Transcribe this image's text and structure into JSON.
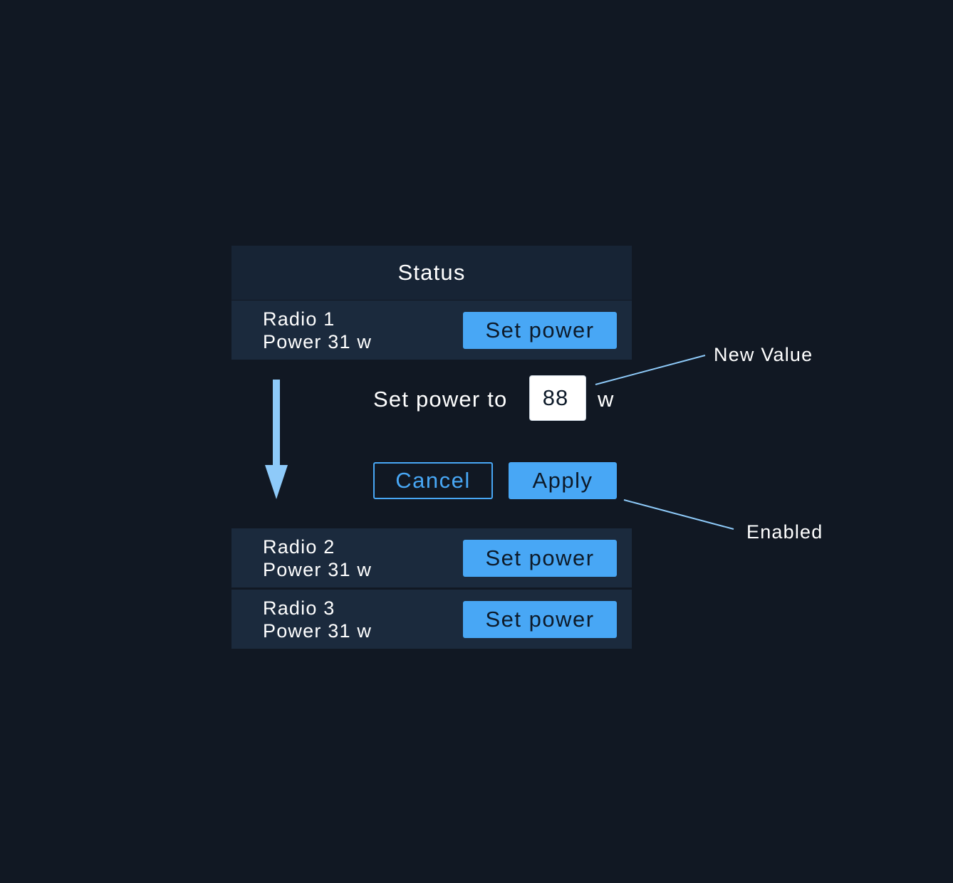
{
  "colors": {
    "background": "#111823",
    "header": "#172435",
    "row": "#1b2a3d",
    "accent": "#48a7f5",
    "arrow": "#8ecaf9",
    "text": "#ffffff"
  },
  "header": {
    "title": "Status"
  },
  "radios": [
    {
      "name": "Radio 1",
      "power": "Power 31 w",
      "button": "Set power"
    },
    {
      "name": "Radio 2",
      "power": "Power 31 w",
      "button": "Set power"
    },
    {
      "name": "Radio 3",
      "power": "Power 31 w",
      "button": "Set power"
    }
  ],
  "dialog": {
    "label": "Set power to",
    "value": "88",
    "unit": "w",
    "cancel_label": "Cancel",
    "apply_label": "Apply"
  },
  "annotations": {
    "new_value": "New Value",
    "enabled": "Enabled"
  },
  "icons": {
    "flow_arrow": "arrow-down-icon"
  }
}
